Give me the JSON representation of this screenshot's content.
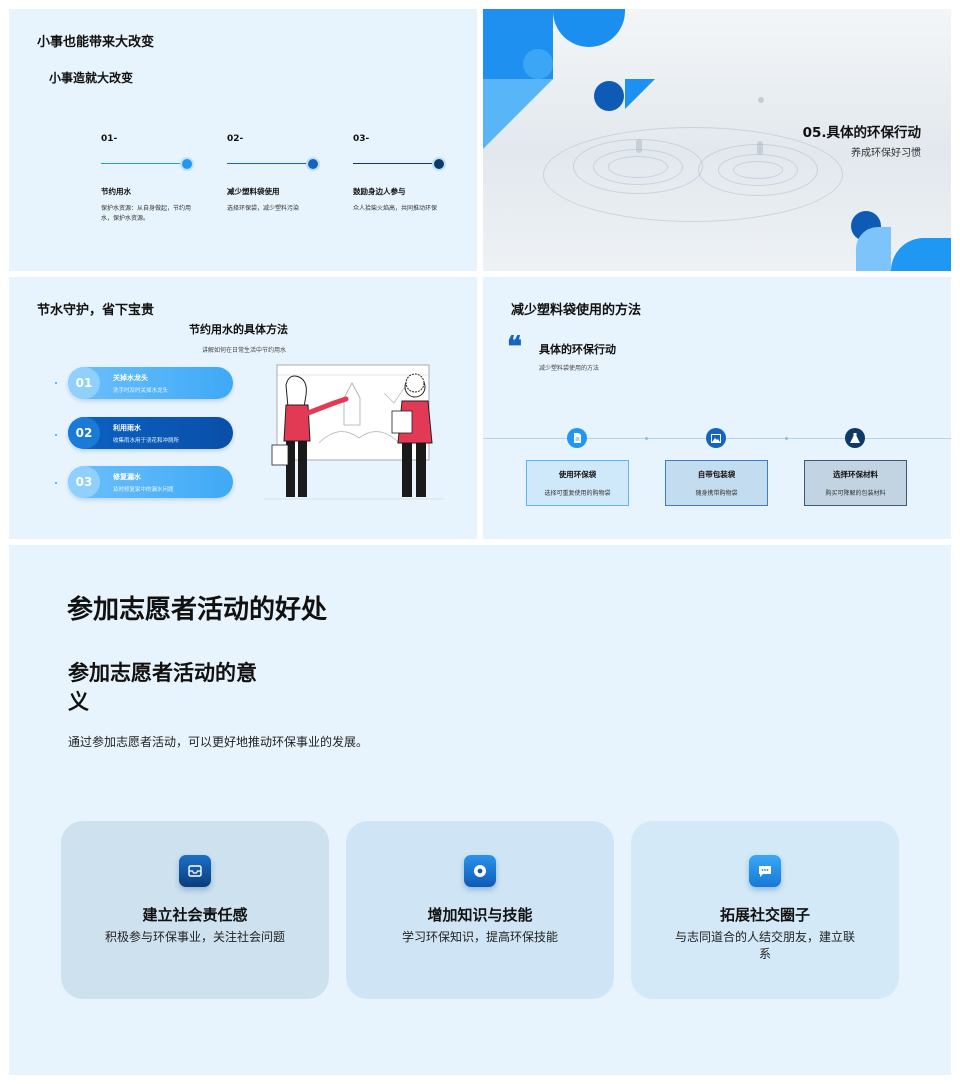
{
  "slide1": {
    "title": "小事也能带来大改变",
    "subtitle": "小事造就大改变",
    "steps": [
      {
        "num": "01-",
        "name": "节约用水",
        "desc": "保护水资源：从自身做起，节约用水，保护水资源。",
        "color": "#2196f3"
      },
      {
        "num": "02-",
        "name": "减少塑料袋使用",
        "desc": "选择环保袋，减少塑料污染",
        "color": "#1565c0"
      },
      {
        "num": "03-",
        "name": "鼓励身边人参与",
        "desc": "众人拾柴火焰高，共同推动环保",
        "color": "#0d3b66"
      }
    ]
  },
  "slide2": {
    "title": "05.具体的环保行动",
    "subtitle": "养成环保好习惯"
  },
  "slide3": {
    "title": "节水守护，省下宝贵",
    "subtitle": "节约用水的具体方法",
    "desc": "讲解如何在日常生活中节约用水",
    "items": [
      {
        "num": "01",
        "title": "关掉水龙头",
        "desc": "洗手时及时关掉水龙头"
      },
      {
        "num": "02",
        "title": "利用雨水",
        "desc": "收集雨水用于浇花和冲厕所"
      },
      {
        "num": "03",
        "title": "修复漏水",
        "desc": "及时修复家中的漏水问题"
      }
    ]
  },
  "slide4": {
    "title": "减少塑料袋使用的方法",
    "quote_mark": "❝",
    "subtitle": "具体的环保行动",
    "desc": "减少塑料袋使用的方法",
    "items": [
      {
        "title": "使用环保袋",
        "desc": "选择可重复使用的购物袋",
        "icon": "document-icon"
      },
      {
        "title": "自带包装袋",
        "desc": "随身携带购物袋",
        "icon": "image-icon"
      },
      {
        "title": "选择环保材料",
        "desc": "购买可降解的包装材料",
        "icon": "flask-icon"
      }
    ]
  },
  "slide5": {
    "title": "参加志愿者活动的好处",
    "subtitle": "参加志愿者活动的意义",
    "desc": "通过参加志愿者活动，可以更好地推动环保事业的发展。",
    "cards": [
      {
        "title": "建立社会责任感",
        "desc": "积极参与环保事业，关注社会问题",
        "icon": "inbox-icon"
      },
      {
        "title": "增加知识与技能",
        "desc": "学习环保知识，提高环保技能",
        "icon": "location-icon"
      },
      {
        "title": "拓展社交圈子",
        "desc": "与志同道合的人结交朋友，建立联系",
        "icon": "chat-icon"
      }
    ]
  }
}
